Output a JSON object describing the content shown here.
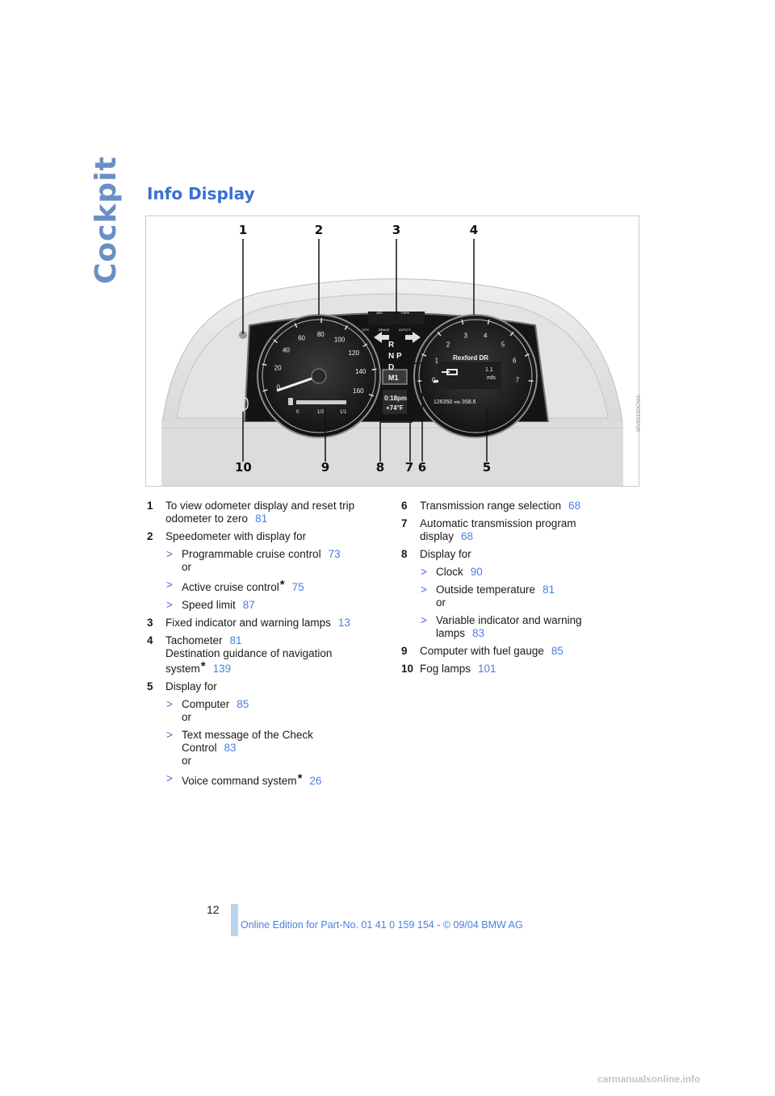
{
  "section_tab": "Cockpit",
  "heading": "Info Display",
  "figure": {
    "callouts_top": [
      "1",
      "2",
      "3",
      "4"
    ],
    "callouts_bottom": [
      "10",
      "9",
      "8",
      "7",
      "6",
      "5"
    ],
    "speedometer_ticks": [
      "0",
      "20",
      "40",
      "60",
      "80",
      "100",
      "120",
      "140",
      "160"
    ],
    "tachometer_ticks": [
      "0",
      "1",
      "2",
      "3",
      "4",
      "5",
      "6",
      "7"
    ],
    "gear_letters": [
      "R",
      "N",
      "P",
      "D"
    ],
    "gear_indicator": "M1",
    "clock": "0:18pm",
    "temperature": "+74°F",
    "fuel_scale": [
      "0",
      "1/2",
      "1/1"
    ],
    "nav_street": "Rexford DR",
    "nav_distance": "1.1",
    "nav_unit": "mls",
    "odometer": "126350",
    "odometer_unit": "mls",
    "trip": "358.6",
    "lamp_labels": [
      "ABS",
      "PARK",
      "DTC",
      "BRAKE",
      "AUTO P"
    ],
    "image_code": "MV00150CMA"
  },
  "left_column": [
    {
      "num": "1",
      "lines": [
        "To view odometer display and reset trip",
        "odometer to zero"
      ],
      "ref": "81"
    },
    {
      "num": "2",
      "lines": [
        "Speedometer with display for"
      ],
      "ref": "",
      "subs": [
        {
          "lines": [
            "Programmable cruise control",
            "or"
          ],
          "ref": "73"
        },
        {
          "lines": [
            "Active cruise control"
          ],
          "star": "*",
          "ref": "75"
        },
        {
          "lines": [
            "Speed limit"
          ],
          "ref": "87"
        }
      ]
    },
    {
      "num": "3",
      "lines": [
        "Fixed indicator and warning lamps"
      ],
      "ref": "13"
    },
    {
      "num": "4",
      "lines": [
        "Tachometer",
        "Destination guidance of navigation",
        "system"
      ],
      "star": "*",
      "ref": "139",
      "ref_first": "81"
    },
    {
      "num": "5",
      "lines": [
        "Display for"
      ],
      "ref": "",
      "subs": [
        {
          "lines": [
            "Computer",
            "or"
          ],
          "ref": "85"
        },
        {
          "lines": [
            "Text message of the Check",
            "Control",
            "or"
          ],
          "ref": "83"
        },
        {
          "lines": [
            "Voice command system"
          ],
          "star": "*",
          "ref": "26"
        }
      ]
    }
  ],
  "right_column": [
    {
      "num": "6",
      "lines": [
        "Transmission range selection"
      ],
      "ref": "68"
    },
    {
      "num": "7",
      "lines": [
        "Automatic transmission program",
        "display"
      ],
      "ref": "68"
    },
    {
      "num": "8",
      "lines": [
        "Display for"
      ],
      "ref": "",
      "subs": [
        {
          "lines": [
            "Clock"
          ],
          "ref": "90"
        },
        {
          "lines": [
            "Outside temperature",
            "or"
          ],
          "ref": "81"
        },
        {
          "lines": [
            "Variable indicator and warning",
            "lamps"
          ],
          "ref": "83"
        }
      ]
    },
    {
      "num": "9",
      "lines": [
        "Computer with fuel gauge"
      ],
      "ref": "85"
    },
    {
      "num": "10",
      "lines": [
        "Fog lamps"
      ],
      "ref": "101"
    }
  ],
  "page_number": "12",
  "footer": "Online Edition for Part-No. 01 41 0 159 154 - © 09/04 BMW AG",
  "watermark": "carmanualsonline.info"
}
